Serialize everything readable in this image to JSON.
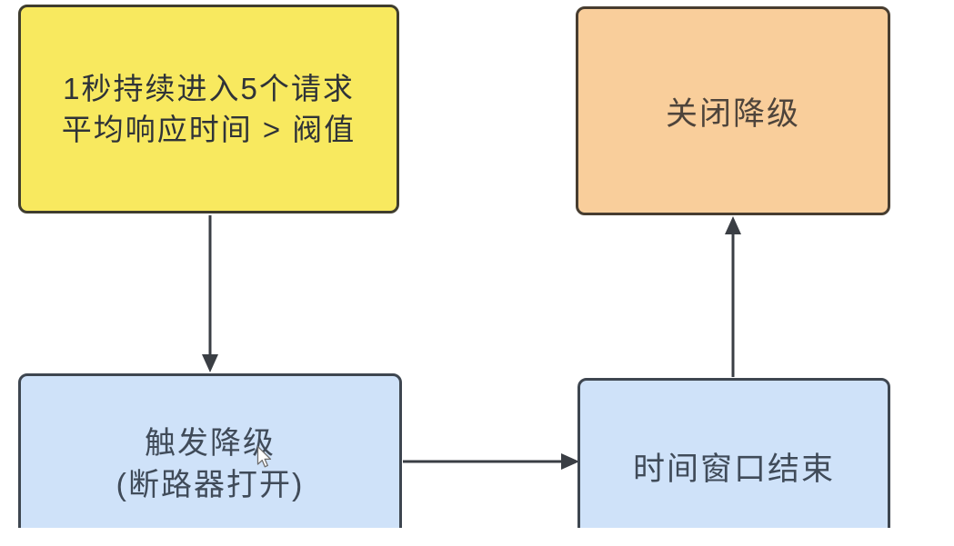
{
  "diagram": {
    "type": "flowchart",
    "language": "zh-CN",
    "colors": {
      "canvas_background": "#FFFFFF",
      "edge_color": "#3A3E44",
      "yellow_node_fill": "#F8E95F",
      "orange_node_fill": "#F9CE9B",
      "blue_node_fill": "#CFE2F9"
    },
    "nodes": [
      {
        "id": "entry-condition",
        "lines": [
          "1秒持续进入5个请求",
          "平均响应时间 > 阀值"
        ],
        "fill": "#F8E95F",
        "border": "#3F3D2E",
        "text_color": "#2F3338"
      },
      {
        "id": "close-downgrade",
        "lines": [
          "关闭降级"
        ],
        "fill": "#F9CE9B",
        "border": "#473D30",
        "text_color": "#4E443B"
      },
      {
        "id": "trigger-downgrade",
        "lines": [
          "触发降级",
          "(断路器打开)"
        ],
        "fill": "#CFE2F9",
        "border": "#3E4650",
        "text_color": "#404B59"
      },
      {
        "id": "time-window-end",
        "lines": [
          "时间窗口结束"
        ],
        "fill": "#CFE2F9",
        "border": "#3E4650",
        "text_color": "#404B59"
      }
    ],
    "edges": [
      {
        "from": "entry-condition",
        "to": "trigger-downgrade",
        "direction": "down"
      },
      {
        "from": "trigger-downgrade",
        "to": "time-window-end",
        "direction": "right"
      },
      {
        "from": "time-window-end",
        "to": "close-downgrade",
        "direction": "up"
      }
    ],
    "cursor": {
      "shape": "arrow-pointer"
    }
  }
}
